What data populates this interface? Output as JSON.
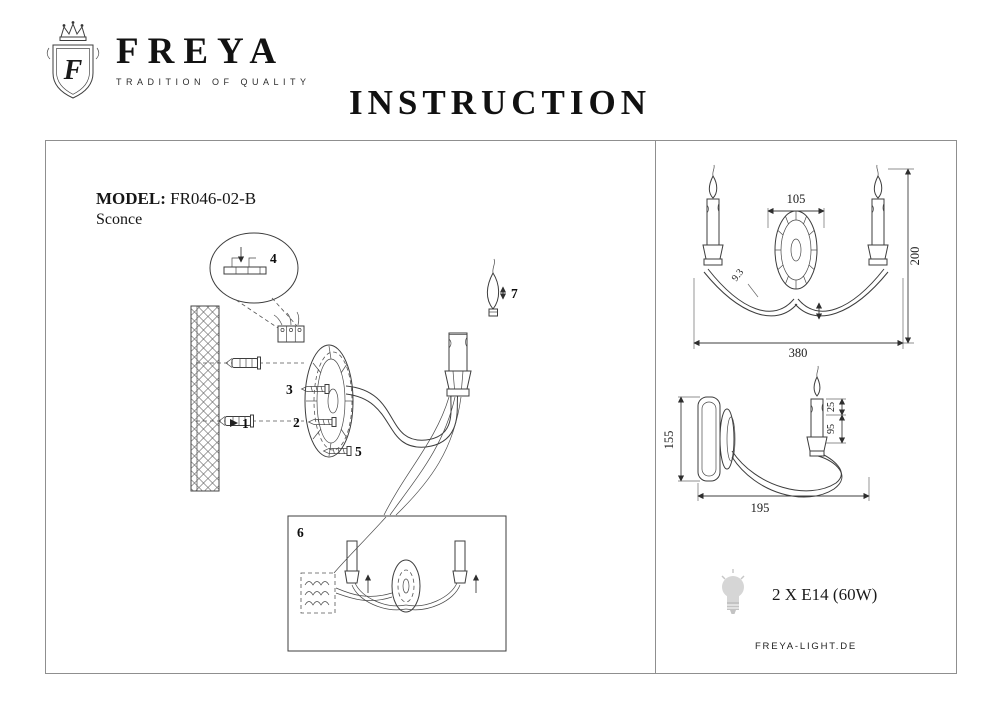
{
  "header": {
    "brand": "FREYA",
    "tagline": "TRADITION OF QUALITY",
    "title": "INSTRUCTION",
    "monogram": "F"
  },
  "model": {
    "label": "MODEL:",
    "value": "FR046-02-B",
    "type": "Sconce"
  },
  "parts": {
    "p1": "1",
    "p2": "2",
    "p3": "3",
    "p4": "4",
    "p5": "5",
    "p6": "6",
    "p7": "7"
  },
  "dimensions": {
    "front_backplate_width": "105",
    "front_tube_diameter": "9.3",
    "front_total_width": "380",
    "front_height": "200",
    "side_height": "155",
    "side_cup_width": "25",
    "side_bracket": "95",
    "side_depth": "195"
  },
  "footer": {
    "bulb_spec": "2 X E14 (60W)",
    "website": "FREYA-LIGHT.DE"
  }
}
